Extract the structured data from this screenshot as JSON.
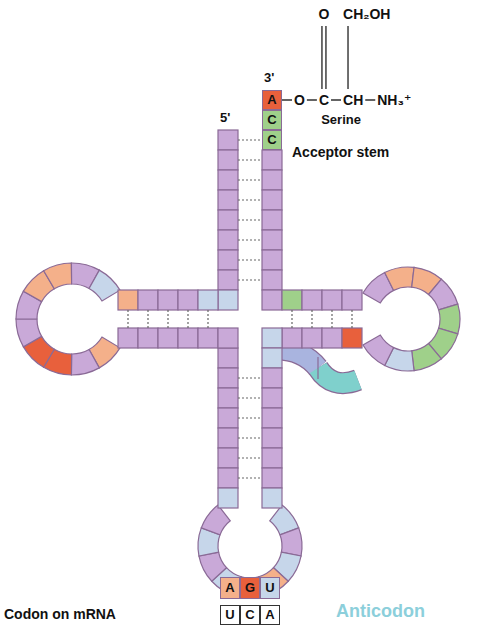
{
  "diagram": {
    "nodes": [
      {
        "text": [
          "A"
        ]
      },
      {
        "text": [
          "C"
        ]
      },
      {
        "text": [
          "C"
        ]
      },
      {
        "text": [
          "A"
        ]
      },
      {
        "text": [
          "G"
        ]
      },
      {
        "text": [
          "U"
        ]
      },
      {
        "text": [
          "U"
        ]
      },
      {
        "text": [
          "C"
        ]
      },
      {
        "text": [
          "A"
        ]
      }
    ],
    "labels": [
      "3'",
      "O",
      "CH₂OH",
      "O",
      "C",
      "CH",
      "NH₃⁺",
      "Serine",
      "5'",
      "Acceptor stem",
      "Codon on mRNA",
      "Anticodon"
    ]
  }
}
